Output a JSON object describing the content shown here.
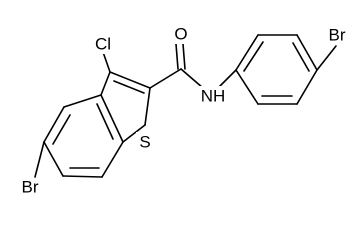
{
  "molecule": {
    "atom_labels": {
      "oxygen": "O",
      "chlorine": "Cl",
      "amide_nitrogen": "NH",
      "sulfur": "S",
      "bromine_left": "Br",
      "bromine_right": "Br"
    }
  },
  "colors": {
    "background": "#ffffff",
    "bond": "#000000",
    "label": "#000000"
  }
}
